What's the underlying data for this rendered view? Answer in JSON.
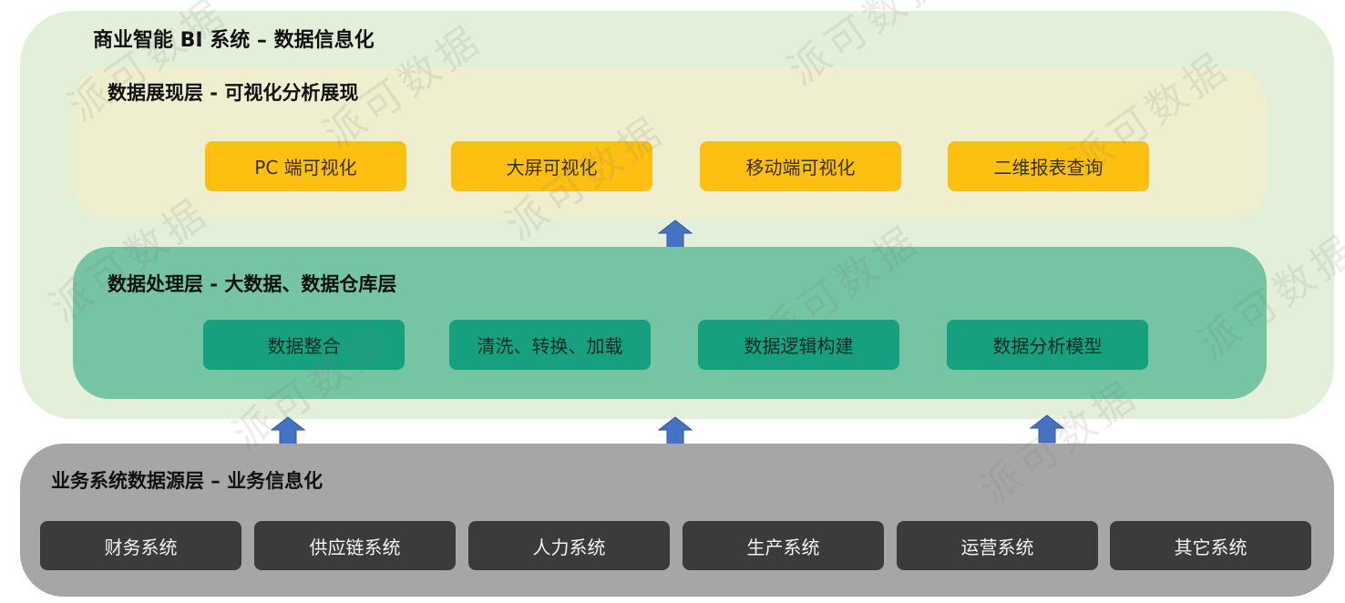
{
  "bi_system": {
    "title": "商业智能 BI 系统 –  数据信息化"
  },
  "presentation_layer": {
    "title": "数据展现层 - 可视化分析展现",
    "items": [
      "PC 端可视化",
      "大屏可视化",
      "移动端可视化",
      "二维报表查询"
    ]
  },
  "processing_layer": {
    "title": "数据处理层 - 大数据、数据仓库层",
    "items": [
      "数据整合",
      "清洗、转换、加载",
      "数据逻辑构建",
      "数据分析模型"
    ]
  },
  "source_layer": {
    "title": "业务系统数据源层 –  业务信息化",
    "items": [
      "财务系统",
      "供应链系统",
      "人力系统",
      "生产系统",
      "运营系统",
      "其它系统"
    ]
  },
  "watermark": {
    "text": "派可数据"
  },
  "colors": {
    "bi_background": "#e2efd9",
    "presentation_background": "#efeecf",
    "processing_background": "#75c4a3",
    "source_background": "#a6a6a6",
    "presentation_item": "#fdc011",
    "processing_item": "#17a080",
    "source_item": "#3b3b3b",
    "arrow": "#4472c4"
  }
}
